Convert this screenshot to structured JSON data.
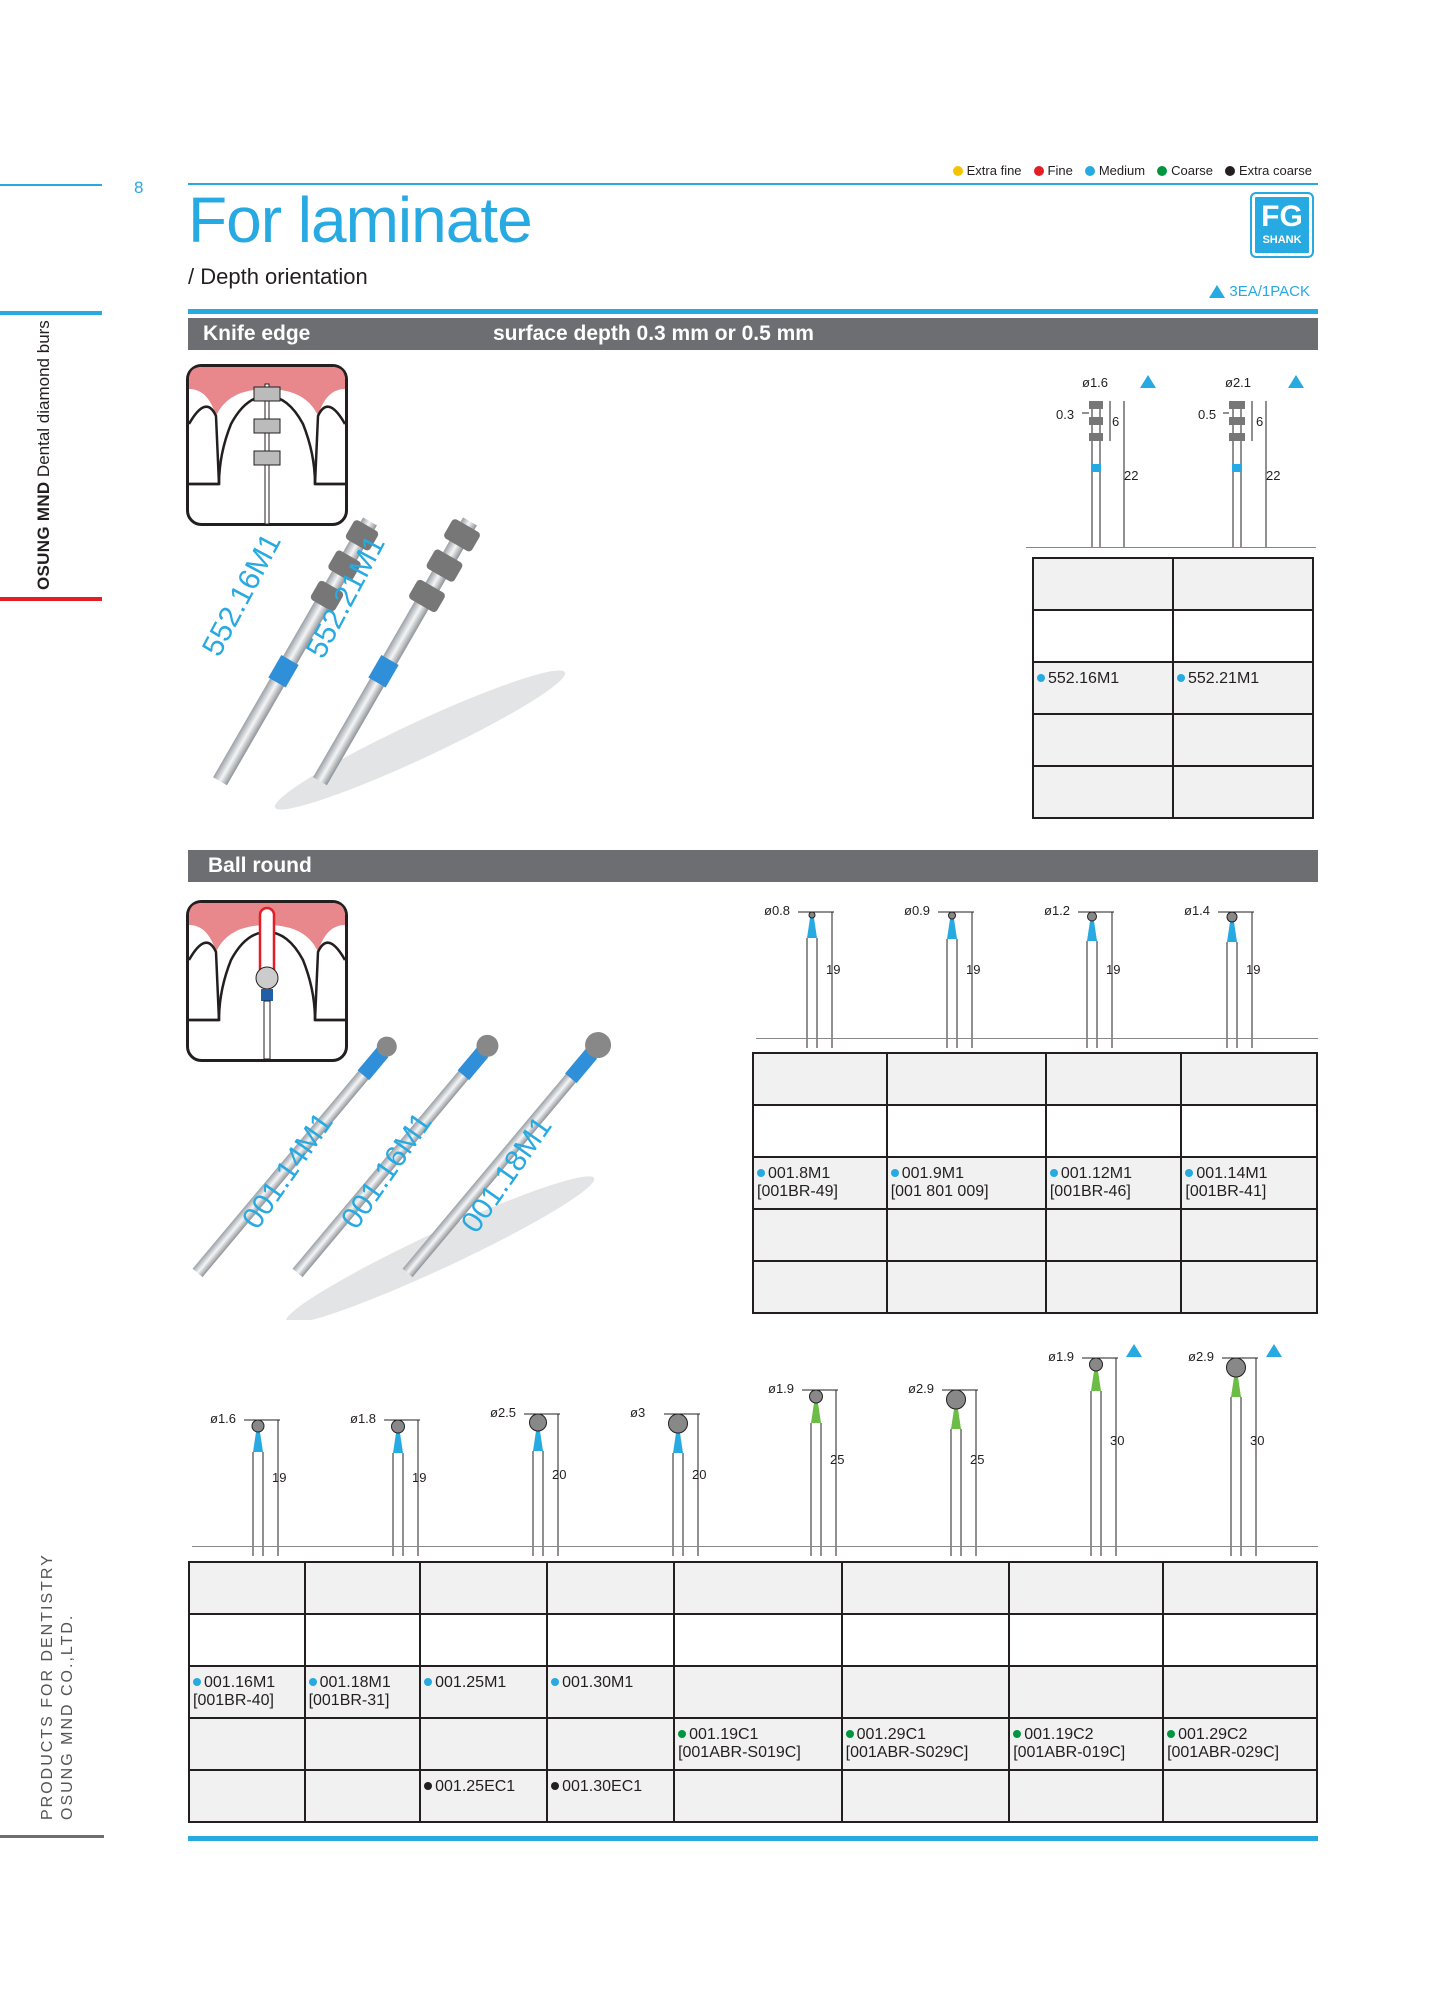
{
  "page_number": "8",
  "sidebar": {
    "brand": "OSUNG MND",
    "subtitle": "Dental diamond burs"
  },
  "footer_side": {
    "line1": "PRODUCTS FOR DENTISTRY",
    "line2": "OSUNG MND CO.,LTD."
  },
  "legend": [
    {
      "label": "Extra fine",
      "color": "#f5c400"
    },
    {
      "label": "Fine",
      "color": "#e31e24"
    },
    {
      "label": "Medium",
      "color": "#27a9e1"
    },
    {
      "label": "Coarse",
      "color": "#009640"
    },
    {
      "label": "Extra coarse",
      "color": "#231f20"
    }
  ],
  "header": {
    "title": "For laminate",
    "subtitle": "/ Depth orientation",
    "badge_main": "FG",
    "badge_sub": "SHANK",
    "pack_label": "3EA/1PACK"
  },
  "colors": {
    "accent": "#27a9e1",
    "section_bar": "#6d6e71",
    "cell_gray": "#f1f1f2"
  },
  "knife_edge": {
    "section_title": "Knife edge",
    "section_note": "surface depth 0.3 mm or 0.5 mm",
    "photo_labels": [
      "552.16M1",
      "552.21M1"
    ],
    "drawings": [
      {
        "diameter": "ø1.6",
        "depth": "0.3",
        "head_len": "6",
        "total_len": "22"
      },
      {
        "diameter": "ø2.1",
        "depth": "0.5",
        "head_len": "6",
        "total_len": "22"
      }
    ],
    "table": [
      [
        {
          "code": ""
        },
        {
          "code": ""
        }
      ],
      [
        {
          "code": ""
        },
        {
          "code": ""
        }
      ],
      [
        {
          "code": "552.16M1",
          "dot": "#27a9e1"
        },
        {
          "code": "552.21M1",
          "dot": "#27a9e1"
        }
      ],
      [
        {
          "code": ""
        },
        {
          "code": ""
        }
      ],
      [
        {
          "code": ""
        },
        {
          "code": ""
        }
      ]
    ]
  },
  "ball_round": {
    "section_title": "Ball round",
    "photo_labels": [
      "001.14M1",
      "001.16M1",
      "001.18M1"
    ],
    "drawings_top": [
      {
        "diameter": "ø0.8",
        "len": "19"
      },
      {
        "diameter": "ø0.9",
        "len": "19"
      },
      {
        "diameter": "ø1.2",
        "len": "19"
      },
      {
        "diameter": "ø1.4",
        "len": "19"
      }
    ],
    "table_top": [
      [
        {
          "code": ""
        },
        {
          "code": ""
        },
        {
          "code": ""
        },
        {
          "code": ""
        }
      ],
      [
        {
          "code": ""
        },
        {
          "code": ""
        },
        {
          "code": ""
        },
        {
          "code": ""
        }
      ],
      [
        {
          "code": "001.8M1",
          "ref": "[001BR-49]",
          "dot": "#27a9e1"
        },
        {
          "code": "001.9M1",
          "ref": "[001 801 009]",
          "dot": "#27a9e1"
        },
        {
          "code": "001.12M1",
          "ref": "[001BR-46]",
          "dot": "#27a9e1"
        },
        {
          "code": "001.14M1",
          "ref": "[001BR-41]",
          "dot": "#27a9e1"
        }
      ],
      [
        {
          "code": ""
        },
        {
          "code": ""
        },
        {
          "code": ""
        },
        {
          "code": ""
        }
      ],
      [
        {
          "code": ""
        },
        {
          "code": ""
        },
        {
          "code": ""
        },
        {
          "code": ""
        }
      ]
    ],
    "drawings_bottom": [
      {
        "diameter": "ø1.6",
        "len": "19"
      },
      {
        "diameter": "ø1.8",
        "len": "19"
      },
      {
        "diameter": "ø2.5",
        "len": "20"
      },
      {
        "diameter": "ø3",
        "len": "20"
      },
      {
        "diameter": "ø1.9",
        "len": "25"
      },
      {
        "diameter": "ø2.9",
        "len": "25"
      },
      {
        "diameter": "ø1.9",
        "len": "30"
      },
      {
        "diameter": "ø2.9",
        "len": "30"
      }
    ],
    "table_bottom": [
      [
        {
          "code": ""
        },
        {
          "code": ""
        },
        {
          "code": ""
        },
        {
          "code": ""
        },
        {
          "code": ""
        },
        {
          "code": ""
        },
        {
          "code": ""
        },
        {
          "code": ""
        }
      ],
      [
        {
          "code": ""
        },
        {
          "code": ""
        },
        {
          "code": ""
        },
        {
          "code": ""
        },
        {
          "code": ""
        },
        {
          "code": ""
        },
        {
          "code": ""
        },
        {
          "code": ""
        }
      ],
      [
        {
          "code": "001.16M1",
          "ref": "[001BR-40]",
          "dot": "#27a9e1"
        },
        {
          "code": "001.18M1",
          "ref": "[001BR-31]",
          "dot": "#27a9e1"
        },
        {
          "code": "001.25M1",
          "dot": "#27a9e1"
        },
        {
          "code": "001.30M1",
          "dot": "#27a9e1"
        },
        {
          "code": ""
        },
        {
          "code": ""
        },
        {
          "code": ""
        },
        {
          "code": ""
        }
      ],
      [
        {
          "code": ""
        },
        {
          "code": ""
        },
        {
          "code": ""
        },
        {
          "code": ""
        },
        {
          "code": "001.19C1",
          "ref": "[001ABR-S019C]",
          "dot": "#009640"
        },
        {
          "code": "001.29C1",
          "ref": "[001ABR-S029C]",
          "dot": "#009640"
        },
        {
          "code": "001.19C2",
          "ref": "[001ABR-019C]",
          "dot": "#009640"
        },
        {
          "code": "001.29C2",
          "ref": "[001ABR-029C]",
          "dot": "#009640"
        }
      ],
      [
        {
          "code": ""
        },
        {
          "code": ""
        },
        {
          "code": "001.25EC1",
          "dot": "#231f20"
        },
        {
          "code": "001.30EC1",
          "dot": "#231f20"
        },
        {
          "code": ""
        },
        {
          "code": ""
        },
        {
          "code": ""
        },
        {
          "code": ""
        }
      ]
    ]
  }
}
